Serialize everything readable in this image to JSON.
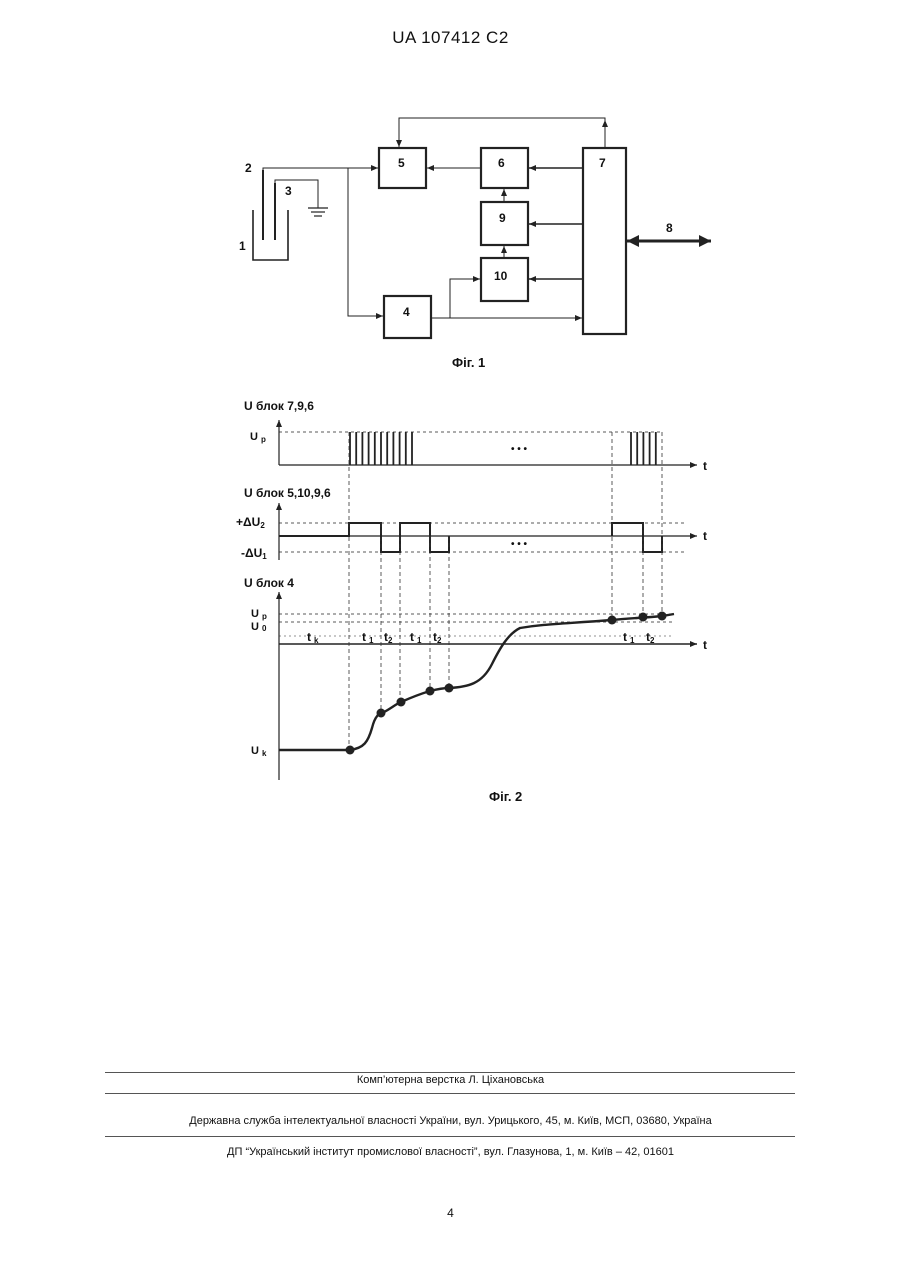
{
  "header": {
    "title": "UA   107412   C2"
  },
  "fig1": {
    "caption": "Фіг. 1",
    "blocks": [
      "5",
      "6",
      "7",
      "9",
      "10",
      "4"
    ],
    "labels": {
      "vessel": "1",
      "electrode2": "2",
      "electrode3": "3",
      "bus": "8"
    }
  },
  "fig2": {
    "caption": "Фіг. 2",
    "panel1": {
      "ylabel": "U блок 7,9,6",
      "level": "U",
      "level_sub": "p",
      "xaxis": "t",
      "dots": "• • •"
    },
    "panel2": {
      "ylabel": "U блок 5,10,9,6",
      "pos": "+ΔU",
      "pos_sub": "2",
      "neg": "-ΔU",
      "neg_sub": "1",
      "xaxis": "t",
      "dots": "• • •"
    },
    "panel3": {
      "ylabel": "U блок 4",
      "up": "U",
      "up_sub": "p",
      "u0": "U",
      "u0_sub": "0",
      "uk": "U",
      "uk_sub": "k",
      "tk": "t",
      "tk_sub": "k",
      "t1": "t",
      "t1_sub": "1",
      "t2": "t",
      "t2_sub": "2",
      "xaxis": "t"
    }
  },
  "footer": {
    "line1": "Комп’ютерна верстка Л. Ціхановська",
    "line2": "Державна служба інтелектуальної власності України, вул. Урицького, 45, м. Київ, МСП, 03680, Україна",
    "line3": "ДП “Український інститут промислової власності”, вул. Глазунова, 1, м. Київ – 42, 01601"
  },
  "page_number": "4"
}
